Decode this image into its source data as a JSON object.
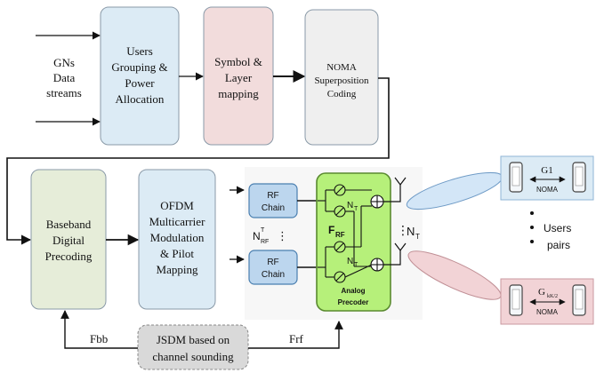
{
  "inputs": {
    "label_lines": [
      "GNs",
      "Data",
      "streams"
    ]
  },
  "blocks": {
    "users_grouping": {
      "lines": [
        "Users",
        "Grouping &",
        "Power",
        "Allocation"
      ],
      "fill": "#dcebf5"
    },
    "symbol_layer": {
      "lines": [
        "Symbol &",
        "Layer",
        "mapping"
      ],
      "fill": "#f2dcdc"
    },
    "noma_coding": {
      "lines": [
        "NOMA",
        "Superposition",
        "Coding"
      ],
      "fill": "#efefef"
    },
    "baseband": {
      "lines": [
        "Baseband",
        "Digital",
        "Precoding"
      ],
      "fill": "#e6edd9"
    },
    "ofdm": {
      "lines": [
        "OFDM",
        "Multicarrier",
        "Modulation",
        "& Pilot",
        "Mapping"
      ],
      "fill": "#dcebf5"
    },
    "jsdm": {
      "lines": [
        "JSDM based on",
        "channel sounding"
      ],
      "fill": "#d9d9d9"
    }
  },
  "rf": {
    "chain_label_lines": [
      "RF",
      "Chain"
    ],
    "chain_fill": "#bcd6ee",
    "nrf_main": "N",
    "nrf_sub": "RF",
    "nrf_sup": "T",
    "analog_lines": [
      "Analog",
      "Precoder"
    ],
    "analog_fill": "#b6f07a",
    "f_main": "F",
    "f_sub": "RF",
    "nt_label": "N",
    "nt_sub": "T",
    "antenna_nt_main": "N",
    "antenna_nt_sub": "T"
  },
  "feedback": {
    "fbb": "Fbb",
    "frf": "Frf"
  },
  "users": {
    "g1_label": "G1",
    "gk_main": "G",
    "gk_sub": "kK/2",
    "noma": "NOMA",
    "pairs_lines": [
      "Users",
      "pairs"
    ],
    "beam_colors": [
      "#d3e6f7",
      "#f2d3d6"
    ]
  },
  "colors": {
    "stroke": "#8a9aa8",
    "analog_stroke": "#5a8a30",
    "line": "#111111"
  }
}
